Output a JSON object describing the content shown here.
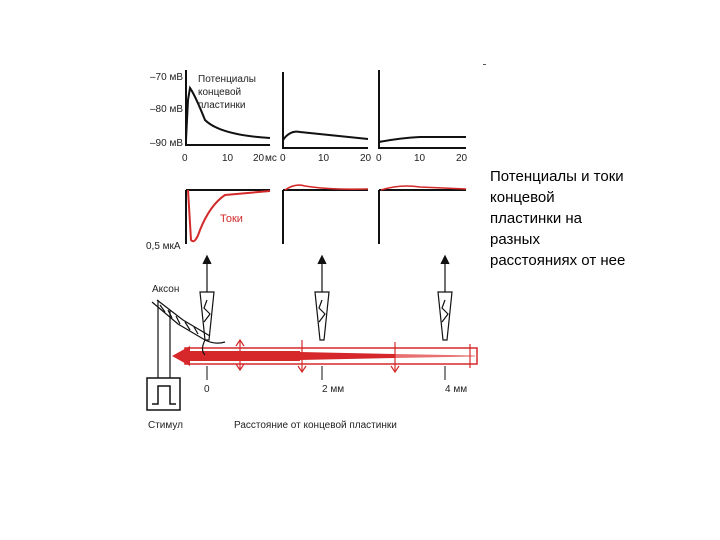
{
  "figure": {
    "y_axis_labels": [
      "–70 мВ",
      "–80 мВ",
      "–90 мВ"
    ],
    "potentials_label": [
      "Потенциалы",
      "концевой",
      "пластинки"
    ],
    "x_ticks": [
      "0",
      "10",
      "20",
      "мс"
    ],
    "currents_label": "Токи",
    "current_scale_label": "0,5 мкА",
    "axon_label": "Аксон",
    "stimulus_label": "Стимул",
    "distance_ticks": [
      "0",
      "2 мм",
      "4 мм"
    ],
    "distance_axis_label": "Расстояние от концевой пластинки",
    "colors": {
      "trace": "#111111",
      "current": "#d42a2a",
      "fiber": "#d6282a"
    }
  },
  "caption": {
    "lines": [
      "Потенциалы и токи",
      "концевой",
      "пластинки на",
      "разных",
      "расстояниях от нее"
    ]
  }
}
